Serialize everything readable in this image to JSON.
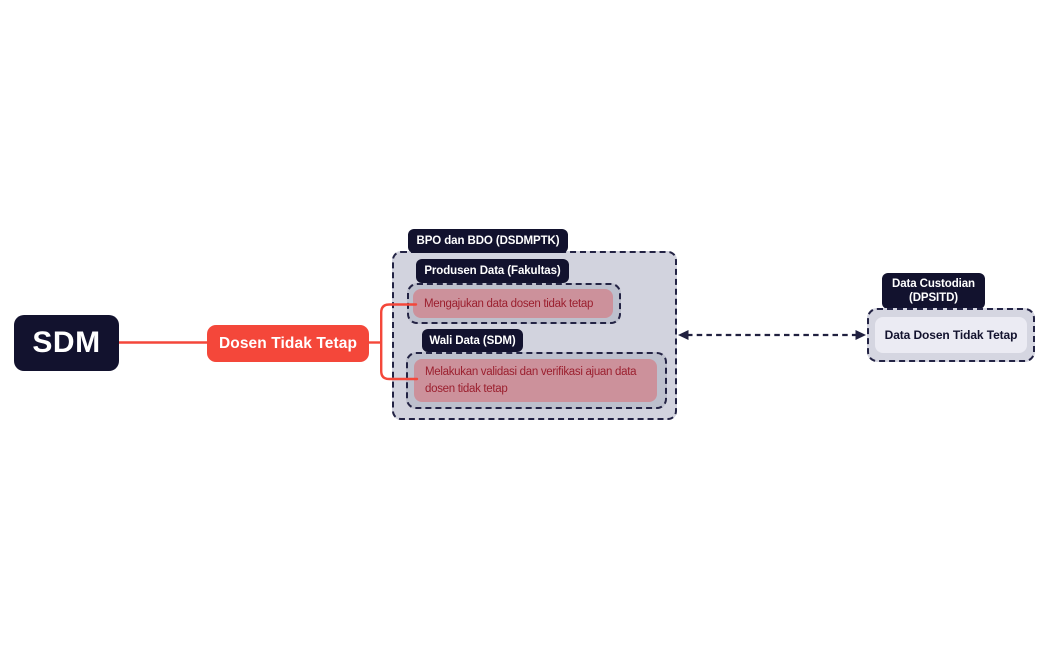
{
  "nodes": {
    "sdm": {
      "label": "SDM"
    },
    "flow": {
      "label": "Dosen Tidak Tetap"
    },
    "bpo": {
      "badge": "BPO dan BDO (DSDMPTK)",
      "produsen_badge": "Produsen Data (Fakultas)",
      "produsen_activity": "Mengajukan data dosen tidak tetap",
      "wali_badge": "Wali Data (SDM)",
      "wali_activity_line1": "Melakukan validasi dan verifikasi ajuan data",
      "wali_activity_line2": "dosen tidak tetap"
    },
    "custodian": {
      "badge_line1": "Data Custodian",
      "badge_line2": "(DPSITD)",
      "data_box": "Data Dosen Tidak Tetap"
    }
  },
  "colors": {
    "navy": "#12122e",
    "dashed_border": "#232344",
    "red": "#f4473a",
    "dark_red_text": "#9b1f2e",
    "pink_fill": "#cc919b",
    "bpo_group_fill": "#d2d3de",
    "inner_box_fill": "#bdc0cd",
    "custodian_group_fill": "#d5d6e1",
    "custodian_data_fill": "#ebebf3",
    "background": "#ffffff"
  }
}
